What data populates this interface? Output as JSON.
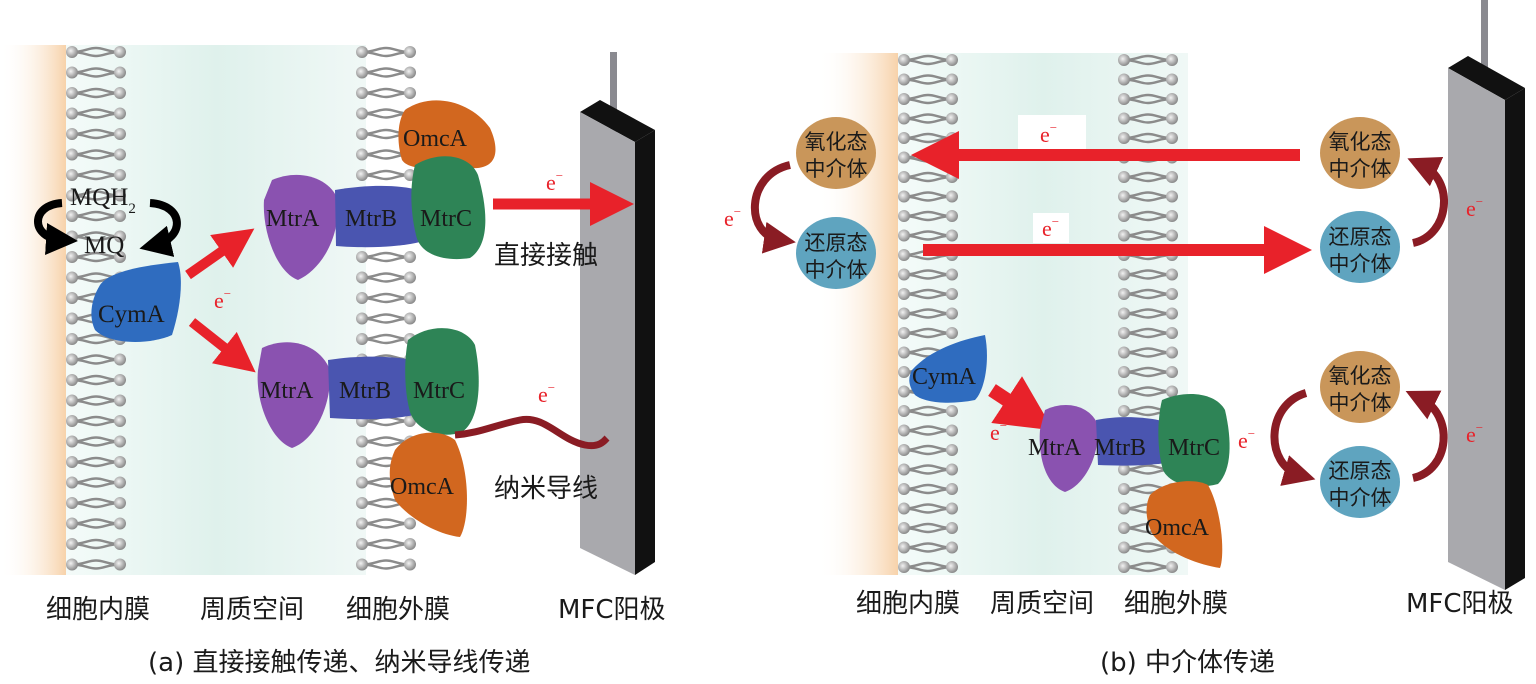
{
  "panel_a": {
    "caption": "(a) 直接接触传递、纳米导线传递",
    "regions": [
      "细胞内膜",
      "周质空间",
      "细胞外膜",
      "MFC阳极"
    ],
    "quinone_pool": {
      "reduced": "MQH",
      "reduced_subscript": "2",
      "oxidized": "MQ"
    },
    "proteins": {
      "cyma": "CymA",
      "upper": {
        "mtra": "MtrA",
        "mtrb": "MtrB",
        "mtrc": "MtrC",
        "omca": "OmcA"
      },
      "lower": {
        "mtra": "MtrA",
        "mtrb": "MtrB",
        "mtrc": "MtrC",
        "omca": "OmcA"
      }
    },
    "electron_label": "e",
    "electron_sup": "−",
    "direct_contact_label": "直接接触",
    "nanowire_label": "纳米导线"
  },
  "panel_b": {
    "caption": "(b) 中介体传递",
    "regions": [
      "细胞内膜",
      "周质空间",
      "细胞外膜",
      "MFC阳极"
    ],
    "mediator_oxidized": [
      "氧化态",
      "中介体"
    ],
    "mediator_reduced": [
      "还原态",
      "中介体"
    ],
    "proteins": {
      "cyma": "CymA",
      "mtra": "MtrA",
      "mtrb": "MtrB",
      "mtrc": "MtrC",
      "omca": "OmcA"
    },
    "electron_label": "e",
    "electron_sup": "−"
  },
  "colors": {
    "cytoplasm": "#f9d9b5",
    "periplasm": "#e4f3ef",
    "cyma": "#2f6cbf",
    "mtra": "#8a52b0",
    "mtrb": "#4a55b0",
    "mtrc": "#2e8456",
    "omca": "#d2671f",
    "electron_arrow": "#e8222a",
    "cycle_arrow": "#8a1c24",
    "mediator_oxidized": "#c9965a",
    "mediator_reduced": "#5fa4bf",
    "anode_face": "#a9a9ad",
    "anode_side": "#111111"
  }
}
